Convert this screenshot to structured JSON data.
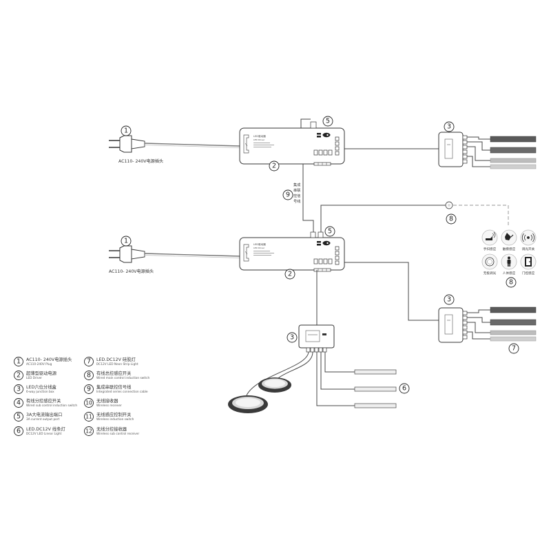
{
  "plug_label": "AC110- 240V电源插头",
  "driver": {
    "title": "LED驱动器",
    "subtitle": "LED Driver"
  },
  "signal_cable_label": [
    "集成",
    "串联",
    "控信",
    "号线"
  ],
  "callouts": {
    "plug_top": "1",
    "driver_top": "2",
    "output_port_top": "5",
    "junction_top_right": "3",
    "signal_cable": "9",
    "main_switch": "8",
    "output_port_mid": "5",
    "plug_bottom": "1",
    "driver_bottom": "2",
    "sensor_group": "8",
    "junction_mid_right": "3",
    "neon_strip": "7",
    "junction_bottom": "3",
    "linear_lights": "6"
  },
  "sensors": [
    {
      "icon": "hand-sweep-icon",
      "label": "手扫感应"
    },
    {
      "icon": "touch-icon",
      "label": "触摸感应"
    },
    {
      "icon": "wireless-wave-icon",
      "label": "调光开关"
    },
    {
      "icon": "dimmer-knob-icon",
      "label": "无极调光"
    },
    {
      "icon": "person-icon",
      "label": "人体感应"
    },
    {
      "icon": "door-icon",
      "label": "门控感应"
    }
  ],
  "legend": [
    {
      "num": "1",
      "cn": "AC110- 240V电源插头",
      "en": "AC110-240V Plug"
    },
    {
      "num": "2",
      "cn": "超薄型驱动电源",
      "en": "LED Driver"
    },
    {
      "num": "3",
      "cn": "LED六位分线盒",
      "en": "6-way junction box"
    },
    {
      "num": "4",
      "cn": "有线分控感应开关",
      "en": "Wired sub control induction switch"
    },
    {
      "num": "5",
      "cn": "3A大电流输出端口",
      "en": "3A current output port"
    },
    {
      "num": "6",
      "cn": "LED.DC12V 线条灯",
      "en": "DC12V LED Linear Light"
    },
    {
      "num": "7",
      "cn": "LED.DC12V 硅胶灯",
      "en": "DC12V LED Neon Strip Light"
    },
    {
      "num": "8",
      "cn": "有线总控感应开关",
      "en": "Wired main control induction switch"
    },
    {
      "num": "9",
      "cn": "集成串联控信号线",
      "en": "Integrated series connection cable"
    },
    {
      "num": "10",
      "cn": "无线接收器",
      "en": "Wireless receiver"
    },
    {
      "num": "11",
      "cn": "无线感应控制开关",
      "en": "Wireless induction switch"
    },
    {
      "num": "12",
      "cn": "无线分控接收器",
      "en": "Wireless sub control receiver"
    }
  ]
}
